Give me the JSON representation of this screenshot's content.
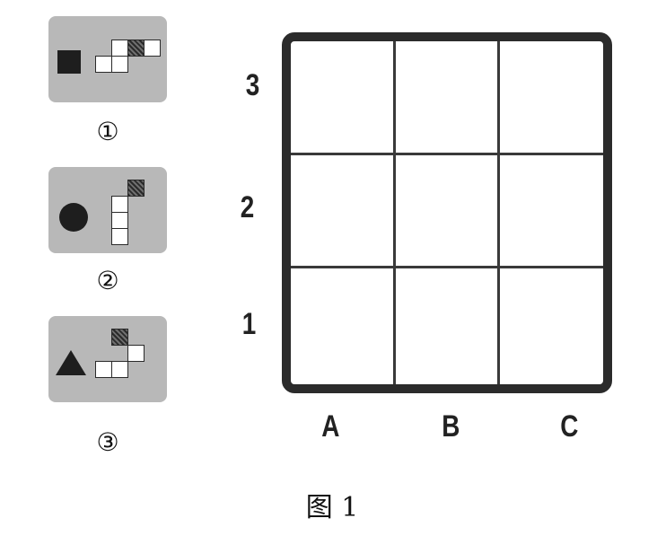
{
  "cards": [
    {
      "number": "①",
      "symbol": "square"
    },
    {
      "number": "②",
      "symbol": "circle"
    },
    {
      "number": "③",
      "symbol": "triangle"
    }
  ],
  "grid": {
    "row_labels": [
      "3",
      "2",
      "1"
    ],
    "col_labels": [
      "A",
      "B",
      "C"
    ]
  },
  "caption": "图 1",
  "colors": {
    "card_bg": "#b8b8b8",
    "frame": "#2b2b2b",
    "shape": "#1e1e1e"
  }
}
